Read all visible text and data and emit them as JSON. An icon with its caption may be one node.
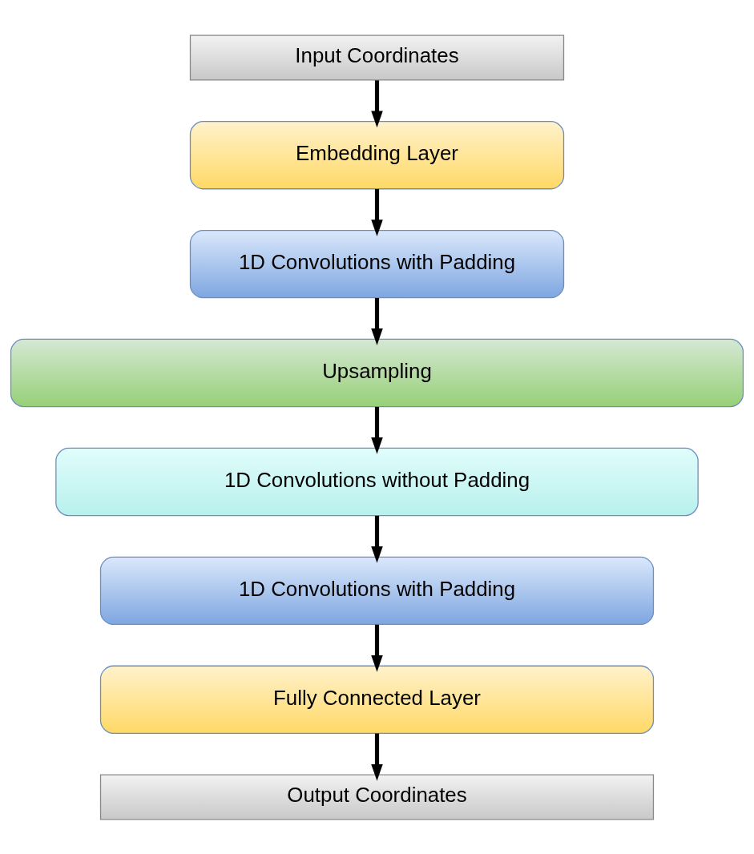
{
  "diagram": {
    "nodes": [
      {
        "text": [
          "Input Coordinates"
        ]
      },
      {
        "text": [
          "Embedding Layer"
        ]
      },
      {
        "text": [
          "1D Convolutions with Padding"
        ]
      },
      {
        "text": [
          "Upsampling"
        ]
      },
      {
        "text": [
          "1D Convolutions without Padding"
        ]
      },
      {
        "text": [
          "1D Convolutions with Padding"
        ]
      },
      {
        "text": [
          "Fully Connected Layer"
        ]
      },
      {
        "text": [
          "Output Coordinates"
        ]
      }
    ],
    "edges": [
      {
        "from": 0,
        "to": 1,
        "arrow": "to"
      },
      {
        "from": 1,
        "to": 2,
        "arrow": "to"
      },
      {
        "from": 2,
        "to": 3,
        "arrow": "to"
      },
      {
        "from": 3,
        "to": 4,
        "arrow": "to"
      },
      {
        "from": 4,
        "to": 5,
        "arrow": "to"
      },
      {
        "from": 5,
        "to": 6,
        "arrow": "to"
      },
      {
        "from": 6,
        "to": 7,
        "arrow": "to"
      }
    ]
  }
}
